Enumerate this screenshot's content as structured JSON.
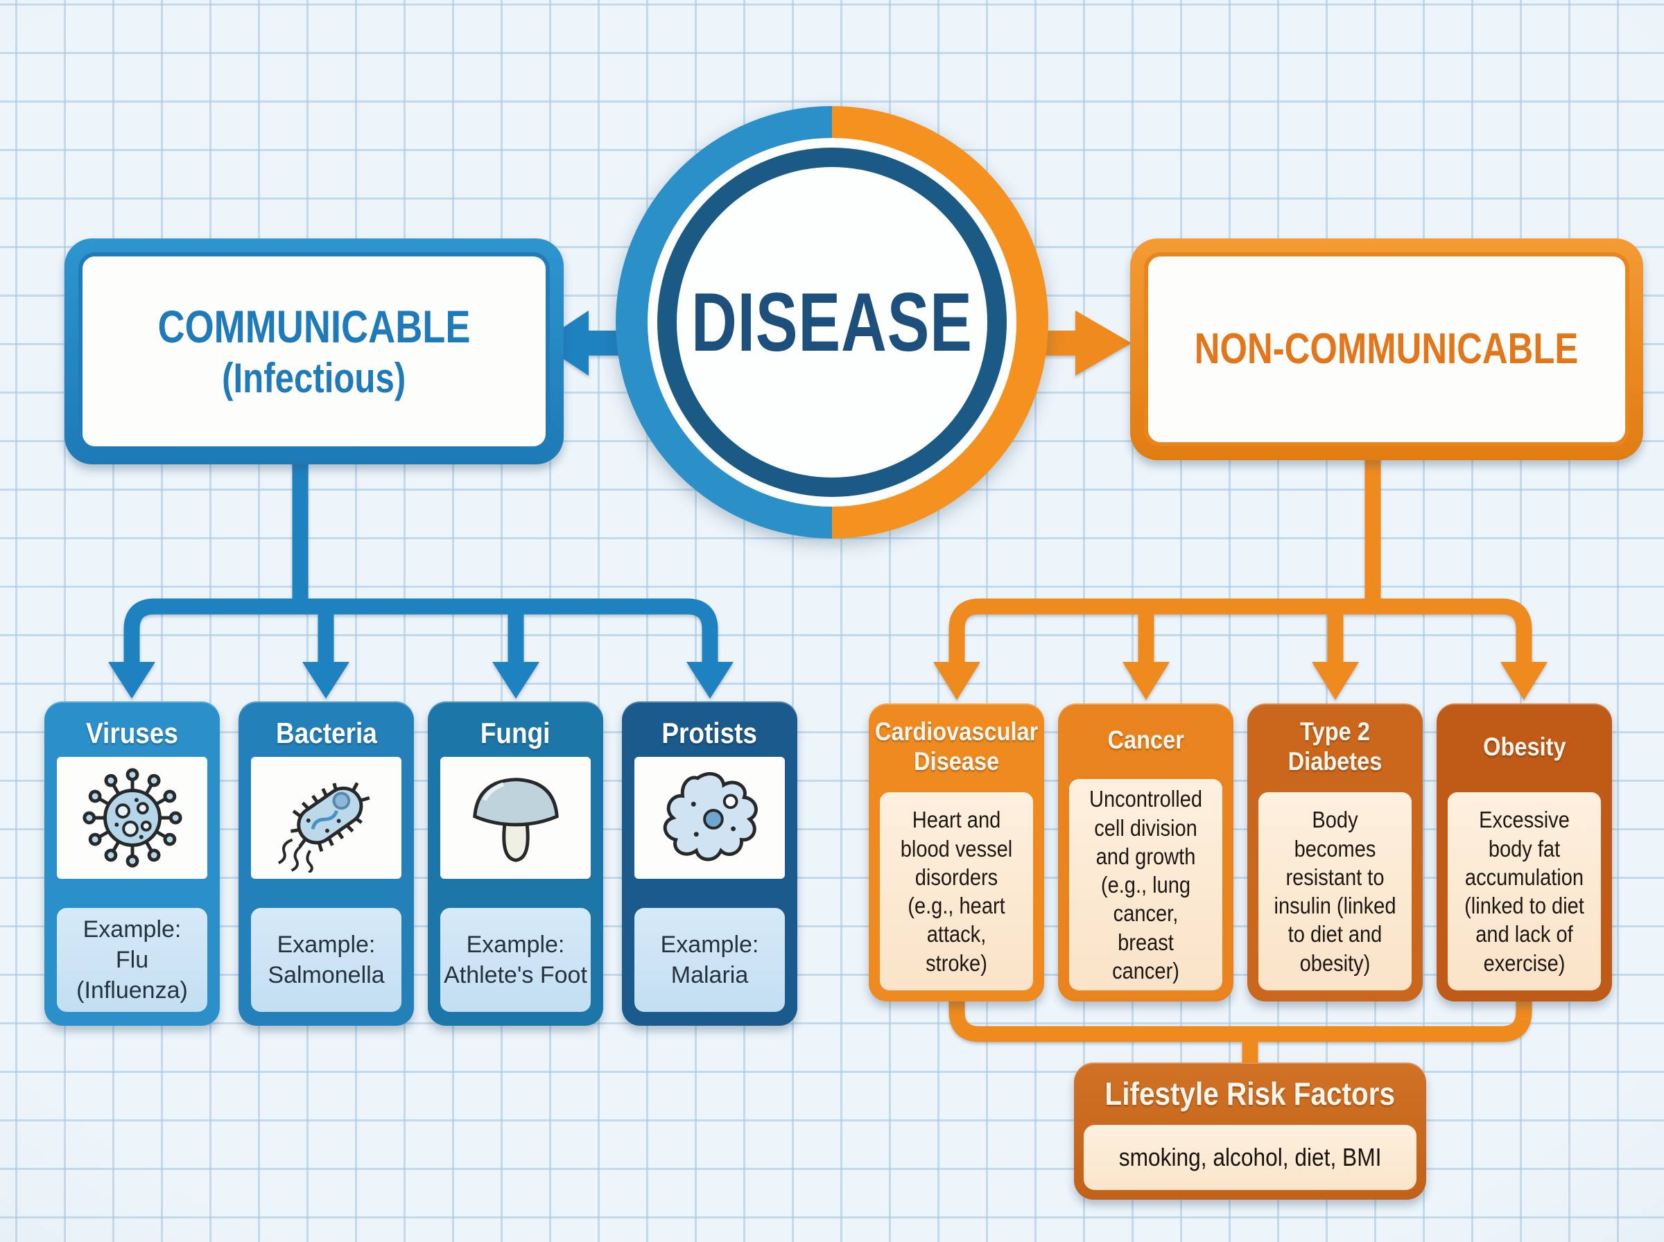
{
  "palette": {
    "background": "#edf4fa",
    "grid_line": "#a5c8e2",
    "blue": "#2187c5",
    "blue_connector": "#1f82c0",
    "navy": "#1b5a8c",
    "navy_text": "#1c4f7c",
    "orange": "#f5921f",
    "orange_connector": "#ef8a1e",
    "rust": "#c05a17",
    "cream_panel": "#fae5cb",
    "light_blue_panel": "#cde5f5"
  },
  "center": {
    "label": "DISEASE"
  },
  "left_branch": {
    "title_line1": "COMMUNICABLE",
    "title_line2": "(Infectious)",
    "title_color": "#1e7ab8",
    "cards": [
      {
        "title": "Viruses",
        "icon": "virus-icon",
        "example_label": "Example:",
        "example": "Flu (Influenza)",
        "header_color": "#2b8fca"
      },
      {
        "title": "Bacteria",
        "icon": "bacteria-icon",
        "example_label": "Example:",
        "example": "Salmonella",
        "header_color": "#2380b9"
      },
      {
        "title": "Fungi",
        "icon": "mushroom-icon",
        "example_label": "Example:",
        "example": "Athlete's Foot",
        "header_color": "#1c77a8"
      },
      {
        "title": "Protists",
        "icon": "amoeba-icon",
        "example_label": "Example:",
        "example": "Malaria",
        "header_color": "#1b5a8c"
      }
    ]
  },
  "right_branch": {
    "title": "NON-COMMUNICABLE",
    "title_color": "#e2761b",
    "cards": [
      {
        "title": "Cardiovascular Disease",
        "description": "Heart and blood vessel disorders (e.g., heart attack, stroke)",
        "header_color": "#ee8a20"
      },
      {
        "title": "Cancer",
        "description": "Uncontrolled cell division and growth (e.g., lung cancer, breast cancer)",
        "header_color": "#e9831d"
      },
      {
        "title": "Type 2 Diabetes",
        "description": "Body becomes resistant to insulin (linked to diet and obesity)",
        "header_color": "#cb671c"
      },
      {
        "title": "Obesity",
        "description": "Excessive body fat accumulation (linked to diet and lack of exercise)",
        "header_color": "#c05a17"
      }
    ],
    "risk_box": {
      "title": "Lifestyle Risk Factors",
      "body": "smoking, alcohol, diet, BMI"
    }
  }
}
